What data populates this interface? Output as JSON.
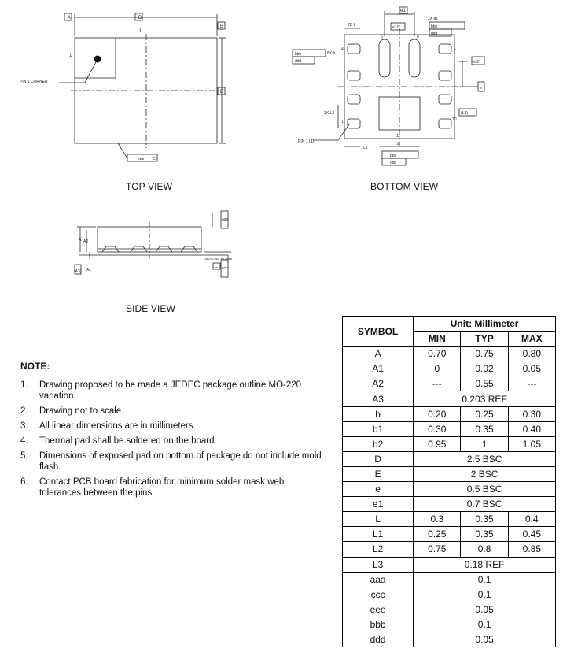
{
  "views": {
    "top": "TOP VIEW",
    "bottom": "BOTTOM VIEW",
    "side": "SIDE VIEW"
  },
  "drawing_labels": {
    "pin1_corner": "PIN 1 CORNER",
    "pin1_id": "PIN 1 I.D.",
    "seating_plane": "SEATING PLANE",
    "D": "D",
    "E": "E",
    "A": "A",
    "B": "B",
    "C": "C",
    "n11": "11",
    "n1": "1",
    "n5": "5",
    "n6": "6",
    "n7": "7",
    "n10": "10",
    "n4": "4",
    "e1": "e1",
    "e1_half": "e1/2",
    "e_half": "e/2",
    "e": "e",
    "sevenX_L": "7X L",
    "eightX_b": "8X b",
    "twoX_b1": "2X b1",
    "threeX_L2": "3X L2",
    "L1": "L1",
    "L3": "(L3)",
    "b2": "b2",
    "bbb": "bbb",
    "ddd": "ddd",
    "eee": "eee",
    "aaa": "aaa",
    "ccc": "ccc",
    "A1": "A1",
    "A2": "A2",
    "A3": "(A3)"
  },
  "notes": {
    "title": "NOTE:",
    "items": [
      {
        "num": "1.",
        "text": "Drawing proposed to be made a JEDEC package outline MO-220 variation."
      },
      {
        "num": "2.",
        "text": "Drawing not to scale."
      },
      {
        "num": "3.",
        "text": "All linear dimensions are in millimeters."
      },
      {
        "num": "4.",
        "text": "Thermal pad shall be soldered on the board."
      },
      {
        "num": "5.",
        "text": "Dimensions of exposed pad on bottom of package do not include mold flash."
      },
      {
        "num": "6.",
        "text": "Contact PCB board fabrication for minimum solder mask web tolerances between the pins."
      }
    ]
  },
  "table": {
    "symbol_header": "SYMBOL",
    "unit_header": "Unit: Millimeter",
    "min": "MIN",
    "typ": "TYP",
    "max": "MAX",
    "rows": [
      {
        "sym": "A",
        "min": "0.70",
        "typ": "0.75",
        "max": "0.80"
      },
      {
        "sym": "A1",
        "min": "0",
        "typ": "0.02",
        "max": "0.05"
      },
      {
        "sym": "A2",
        "min": "---",
        "typ": "0.55",
        "max": "---"
      },
      {
        "sym": "A3",
        "span": "0.203 REF"
      },
      {
        "sym": "b",
        "min": "0.20",
        "typ": "0.25",
        "max": "0.30"
      },
      {
        "sym": "b1",
        "min": "0.30",
        "typ": "0.35",
        "max": "0.40"
      },
      {
        "sym": "b2",
        "min": "0.95",
        "typ": "1",
        "max": "1.05"
      },
      {
        "sym": "D",
        "span": "2.5 BSC"
      },
      {
        "sym": "E",
        "span": "2 BSC"
      },
      {
        "sym": "e",
        "span": "0.5 BSC"
      },
      {
        "sym": "e1",
        "span": "0.7 BSC"
      },
      {
        "sym": "L",
        "min": "0.3",
        "typ": "0.35",
        "max": "0.4"
      },
      {
        "sym": "L1",
        "min": "0.25",
        "typ": "0.35",
        "max": "0.45"
      },
      {
        "sym": "L2",
        "min": "0.75",
        "typ": "0.8",
        "max": "0.85"
      },
      {
        "sym": "L3",
        "span": "0.18 REF"
      },
      {
        "sym": "aaa",
        "span": "0.1"
      },
      {
        "sym": "ccc",
        "span": "0.1"
      },
      {
        "sym": "eee",
        "span": "0.05"
      },
      {
        "sym": "bbb",
        "span": "0.1"
      },
      {
        "sym": "ddd",
        "span": "0.05"
      }
    ]
  }
}
